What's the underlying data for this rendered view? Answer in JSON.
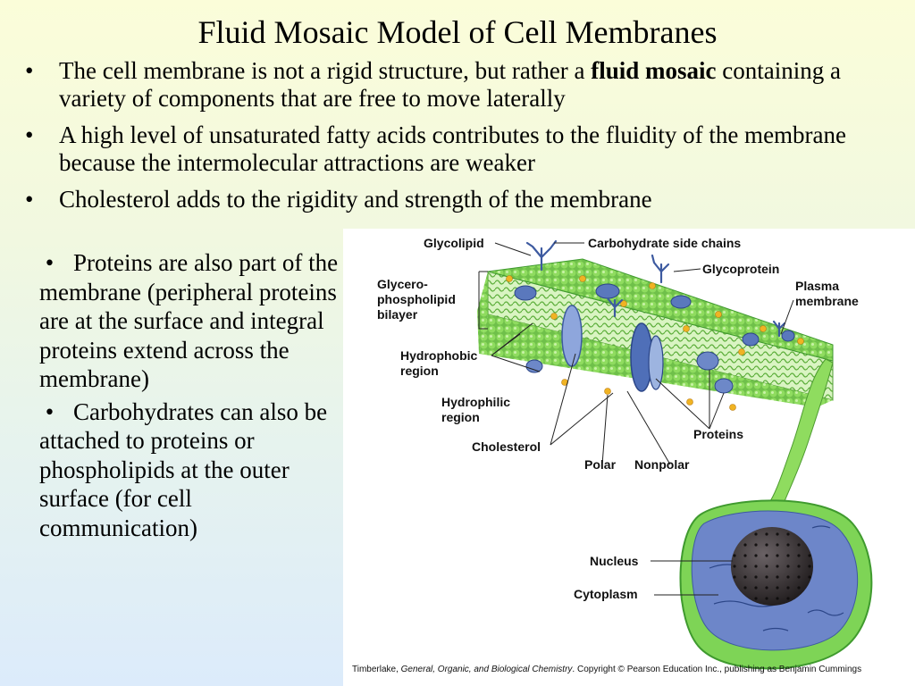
{
  "slide": {
    "title": "Fluid Mosaic Model of Cell Membranes",
    "bullets": [
      {
        "before": "The cell membrane is not a rigid structure, but rather a ",
        "bold": "fluid mosaic",
        "after": " containing a variety of components that are free to move laterally"
      },
      {
        "text": "A high level of unsaturated fatty acids contributes to the fluidity of the membrane because the intermolecular attractions are weaker"
      },
      {
        "text": "Cholesterol adds to the rigidity and strength of the membrane"
      }
    ],
    "side_bullets": [
      {
        "text": "Proteins are also part of the membrane (peripheral proteins are at the surface and integral proteins extend across the membrane)"
      },
      {
        "text": "Carbohydrates can also be attached to proteins or phospholipids at the outer surface (for cell communication)"
      }
    ]
  },
  "figure": {
    "labels": {
      "glycolipid": "Glycolipid",
      "carbohydrate_side_chains": "Carbohydrate side chains",
      "glycoprotein": "Glycoprotein",
      "glycerophospholipid_bilayer": "Glycero-\nphospholipid\nbilayer",
      "plasma_membrane": "Plasma\nmembrane",
      "hydrophobic_region": "Hydrophobic\nregion",
      "hydrophilic_region": "Hydrophilic\nregion",
      "cholesterol": "Cholesterol",
      "proteins": "Proteins",
      "polar": "Polar",
      "nonpolar": "Nonpolar",
      "nucleus": "Nucleus",
      "cytoplasm": "Cytoplasm"
    },
    "credit": {
      "author": "Timberlake, ",
      "book": "General, Organic, and Biological Chemistry",
      "rest": ". Copyright © Pearson Education Inc., publishing as Benjamin Cummings"
    },
    "colors": {
      "heads": "#7ccb52",
      "head_dark": "#3f9a2e",
      "protein": "#4f6fb8",
      "protein_light": "#9db4e0",
      "cholesterol": "#f0b323",
      "cytoplasm": "#6d86c9",
      "nucleus": "#2b2628",
      "cell_outer": "#7ed456"
    }
  }
}
